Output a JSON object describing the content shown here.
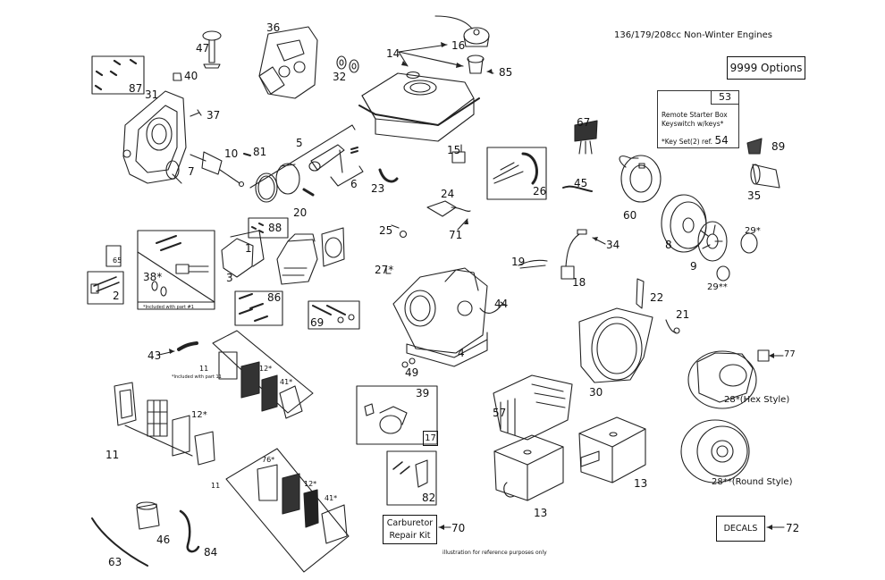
{
  "title": "136/179/208cc Non-Winter Engines",
  "options_box": "9999  Options",
  "remote_box": {
    "ref": "53",
    "line1": "Remote Starter Box",
    "line2": "Keyswitch w/keys*",
    "line3": "*Key Set(2) ref.",
    "line3_ref": "54"
  },
  "carburetor_kit": {
    "line1": "Carburetor",
    "line2": "Repair Kit",
    "ref": "70"
  },
  "decals": {
    "label": "DECALS",
    "ref": "72"
  },
  "footnote": "illustration for reference purposes only",
  "included_note_part1": "*Included with part #1",
  "included_note_part11": "*Included with part 11",
  "kit_17": "17",
  "recoil_hex": "28*(Hex Style)",
  "recoil_round": "28**(Round Style)",
  "parts": {
    "p1": "1",
    "p2": "2",
    "p3": "3",
    "p4": "4",
    "p5": "5",
    "p6": "6",
    "p7": "7",
    "p8": "8",
    "p9": "9",
    "p10": "10",
    "p11a": "11",
    "p11b": "11",
    "p11c": "11",
    "p12a": "12*",
    "p12b": "12*",
    "p12c": "12*",
    "p13a": "13",
    "p13b": "13",
    "p14": "14",
    "p15": "15",
    "p16": "16",
    "p18": "18",
    "p19": "19",
    "p20": "20",
    "p21": "21",
    "p22": "22",
    "p23": "23",
    "p24": "24",
    "p25": "25",
    "p26": "26",
    "p27": "27*",
    "p29a": "29*",
    "p29b": "29**",
    "p30": "30",
    "p31": "31",
    "p32": "32",
    "p34": "34",
    "p35": "35",
    "p36": "36",
    "p37": "37",
    "p38": "38*",
    "p39": "39",
    "p40": "40",
    "p41a": "41*",
    "p41b": "41*",
    "p43": "43",
    "p44": "44",
    "p45": "45",
    "p46": "46",
    "p47": "47",
    "p49": "49",
    "p57": "57",
    "p60": "60",
    "p63": "63",
    "p65": "65",
    "p67": "67",
    "p69": "69",
    "p71": "71",
    "p76": "76*",
    "p77": "77",
    "p81": "81",
    "p82": "82",
    "p84": "84",
    "p85": "85",
    "p86": "86",
    "p87": "87",
    "p88": "88",
    "p89": "89"
  }
}
